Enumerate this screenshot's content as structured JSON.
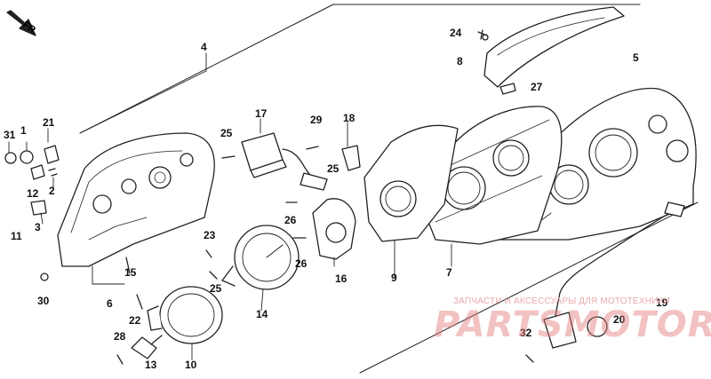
{
  "direction_label": "FR.",
  "callouts": [
    {
      "id": "1",
      "text": "1"
    },
    {
      "id": "2",
      "text": "2"
    },
    {
      "id": "3",
      "text": "3"
    },
    {
      "id": "4",
      "text": "4"
    },
    {
      "id": "5",
      "text": "5"
    },
    {
      "id": "6",
      "text": "6"
    },
    {
      "id": "7",
      "text": "7"
    },
    {
      "id": "8",
      "text": "8"
    },
    {
      "id": "9",
      "text": "9"
    },
    {
      "id": "10",
      "text": "10"
    },
    {
      "id": "11",
      "text": "11"
    },
    {
      "id": "12",
      "text": "12"
    },
    {
      "id": "13",
      "text": "13"
    },
    {
      "id": "14",
      "text": "14"
    },
    {
      "id": "15",
      "text": "15"
    },
    {
      "id": "16",
      "text": "16"
    },
    {
      "id": "17",
      "text": "17"
    },
    {
      "id": "18",
      "text": "18"
    },
    {
      "id": "19",
      "text": "19"
    },
    {
      "id": "20",
      "text": "20"
    },
    {
      "id": "21",
      "text": "21"
    },
    {
      "id": "22",
      "text": "22"
    },
    {
      "id": "23",
      "text": "23"
    },
    {
      "id": "24",
      "text": "24"
    },
    {
      "id": "25a",
      "text": "25"
    },
    {
      "id": "25b",
      "text": "25"
    },
    {
      "id": "25c",
      "text": "25"
    },
    {
      "id": "26a",
      "text": "26"
    },
    {
      "id": "26b",
      "text": "26"
    },
    {
      "id": "27",
      "text": "27"
    },
    {
      "id": "28",
      "text": "28"
    },
    {
      "id": "29",
      "text": "29"
    },
    {
      "id": "30",
      "text": "30"
    },
    {
      "id": "31",
      "text": "31"
    },
    {
      "id": "32",
      "text": "32"
    }
  ],
  "watermark": {
    "caption": "ЗАПЧАСТИ И АКСЕССУАРЫ ДЛЯ МОТОТЕХНИКИ",
    "logo": "PARTSMOTOR.RU"
  }
}
